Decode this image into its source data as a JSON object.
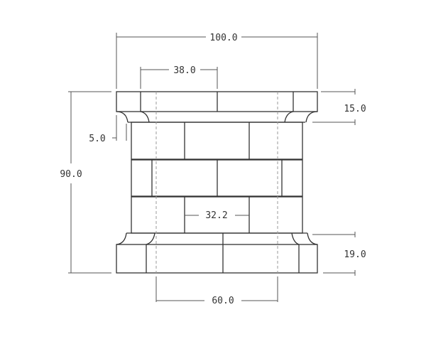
{
  "dimensions": {
    "overall_width": "100.0",
    "top_inner_width": "38.0",
    "cap_height": "15.0",
    "fillet_offset": "5.0",
    "overall_height": "90.0",
    "block_length": "32.2",
    "base_height": "19.0",
    "hole_spacing": "60.0"
  }
}
